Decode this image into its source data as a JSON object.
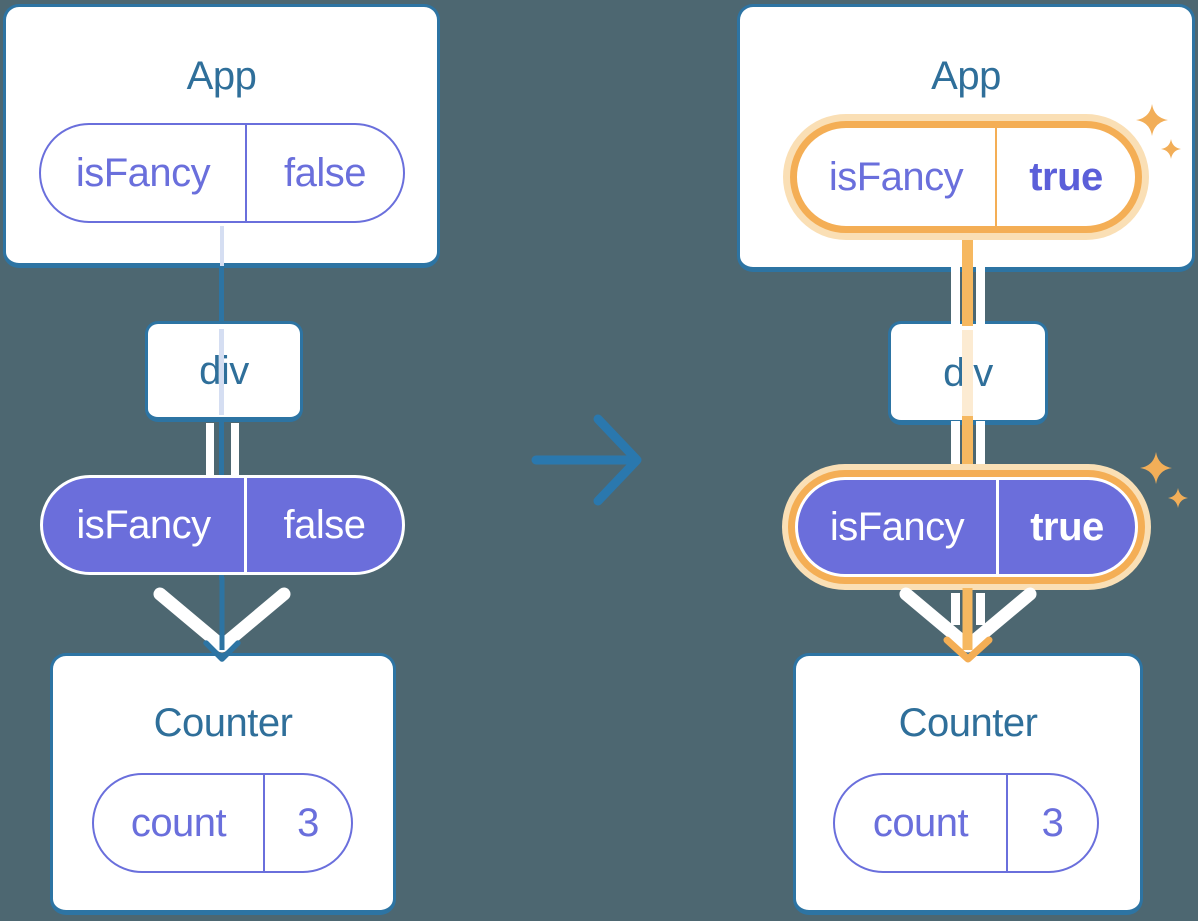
{
  "colors": {
    "background": "#4D6771",
    "card_border": "#2D74A3",
    "node_title_text": "#2F6F9A",
    "purple_fill": "#6B6EDB",
    "purple_text": "#6A6FDC",
    "highlight_orange": "#F4AE55",
    "highlight_orange_pale": "#FADFB5",
    "orange_line": "#F6B860",
    "pale_lavender_line": "#D5DEF2",
    "pale_orange_line": "#FCEBD2",
    "transition_arrow": "#2A78AE",
    "prop_flow_white": "#FFFFFF"
  },
  "before": {
    "app_card": {
      "title": "App",
      "prop_pill": {
        "name": "isFancy",
        "value": "false"
      }
    },
    "div_node": {
      "label": "div"
    },
    "passed_prop_pill": {
      "name": "isFancy",
      "value": "false"
    },
    "counter_card": {
      "title": "Counter",
      "state_pill": {
        "name": "count",
        "value": "3"
      }
    }
  },
  "after": {
    "app_card": {
      "title": "App",
      "prop_pill": {
        "name": "isFancy",
        "value": "true"
      }
    },
    "div_node": {
      "label": "div"
    },
    "passed_prop_pill": {
      "name": "isFancy",
      "value": "true"
    },
    "counter_card": {
      "title": "Counter",
      "state_pill": {
        "name": "count",
        "value": "3"
      }
    }
  }
}
